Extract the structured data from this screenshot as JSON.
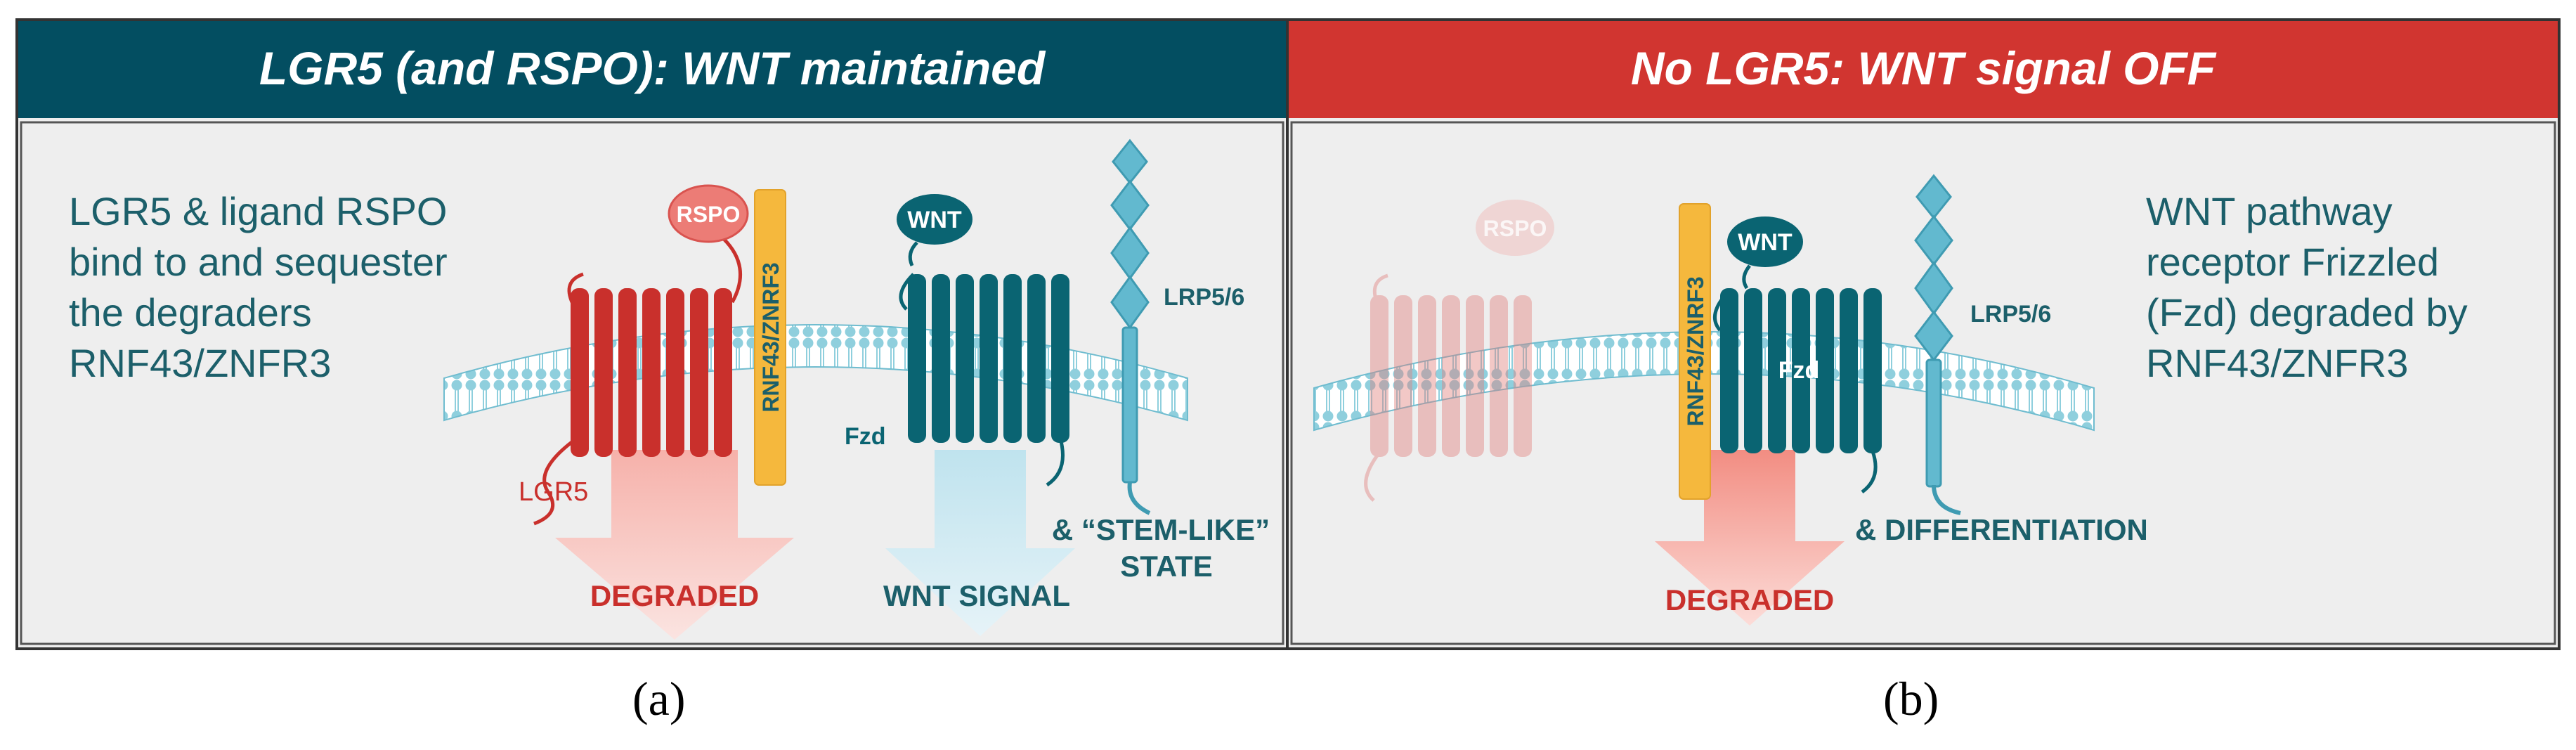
{
  "panel_a": {
    "title": "LGR5 (and RSPO): WNT maintained",
    "desc_lines": [
      "LGR5 & ligand RSPO",
      "bind to and sequester",
      "the degraders",
      "RNF43/ZNFR3"
    ],
    "rspo": "RSPO",
    "rnf": "RNF43/ZNRF3",
    "wnt": "WNT",
    "lrp": "LRP5/6",
    "fzd": "Fzd",
    "lgr5": "LGR5",
    "degraded": "DEGRADED",
    "wnt_signal": "WNT SIGNAL",
    "stem_line1": "& “STEM-LIKE”",
    "stem_line2": "STATE",
    "caption": "(a)"
  },
  "panel_b": {
    "title": "No LGR5: WNT signal OFF",
    "desc_lines": [
      "WNT pathway",
      "receptor Frizzled",
      "(Fzd) degraded by",
      "RNF43/ZNFR3"
    ],
    "rspo": "RSPO",
    "rnf": "RNF43/ZNRF3",
    "wnt": "WNT",
    "lrp": "LRP5/6",
    "fzd": "Fzd",
    "degraded": "DEGRADED",
    "differentiation": "& DIFFERENTIATION",
    "caption": "(b)"
  },
  "colors": {
    "header_a": "#034e61",
    "header_b": "#d13530",
    "panel_bg": "#eeeeee",
    "teal_text": "#1c5f6a",
    "lgr5_red": "#c9302c",
    "fzd_teal": "#0a6472",
    "rnf_yellow": "#f5b83d",
    "membrane": "#8fcfdd",
    "lrp": "#62b9cf"
  }
}
